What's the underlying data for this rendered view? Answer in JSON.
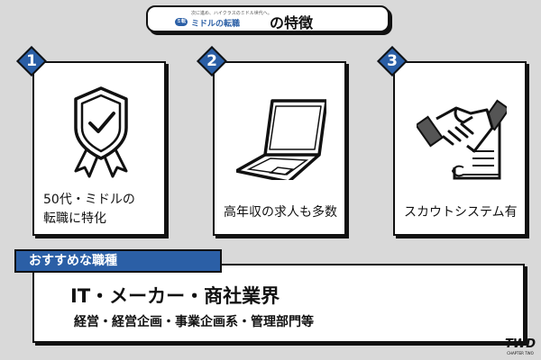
{
  "title": {
    "tagline": "次に進め、ハイクラスのミドル世代へ。",
    "logo_badge": "ミ転",
    "logo_text": "ミドルの転職",
    "heading": "の特徴"
  },
  "features": [
    {
      "number": "1",
      "icon": "shield-check-icon",
      "text_lines": [
        "50代・ミドルの",
        "転職に特化"
      ]
    },
    {
      "number": "2",
      "icon": "laptop-icon",
      "text_lines": [
        "高年収の求人も多数"
      ]
    },
    {
      "number": "3",
      "icon": "handshake-contract-icon",
      "text_lines": [
        "スカウトシステム有"
      ]
    }
  ],
  "jobs": {
    "label": "おすすめな職種",
    "main": "IT・メーカー・商社業界",
    "sub": "経営・経営企画・事業企画系・管理部門等"
  },
  "corner_logo": {
    "mark": "TWD",
    "sub": "CHAPTER TWO"
  },
  "colors": {
    "accent": "#2b5fa6",
    "background": "#d9d9d9",
    "line": "#111111"
  }
}
